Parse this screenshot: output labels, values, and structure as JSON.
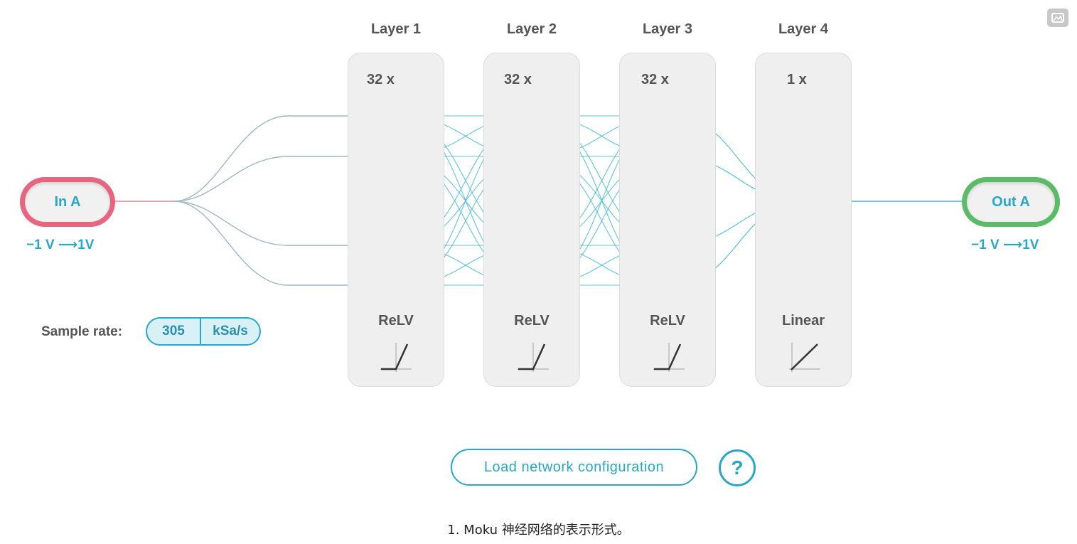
{
  "layers": [
    {
      "title": "Layer 1",
      "count": "32 x",
      "activation": "ReLV"
    },
    {
      "title": "Layer 2",
      "count": "32 x",
      "activation": "ReLV"
    },
    {
      "title": "Layer 3",
      "count": "32 x",
      "activation": "ReLV"
    },
    {
      "title": "Layer 4",
      "count": "1 x",
      "activation": "Linear"
    }
  ],
  "input": {
    "label": "In A",
    "range": "−1 V ⟶1V",
    "color": "#e9647e"
  },
  "output": {
    "label": "Out A",
    "range": "−1 V ⟶1V",
    "color": "#5cbb66"
  },
  "sample_rate": {
    "label": "Sample rate:",
    "value": "305",
    "unit": "kSa/s"
  },
  "load_button": {
    "label": "Load network configuration"
  },
  "help": {
    "label": "?"
  },
  "caption": "1. Moku 神经网络的表示形式。",
  "colors": {
    "accent": "#2aa6c6",
    "panel": "#efefef",
    "edge": "#45bccf"
  },
  "icons": {
    "corner": "image-icon"
  }
}
